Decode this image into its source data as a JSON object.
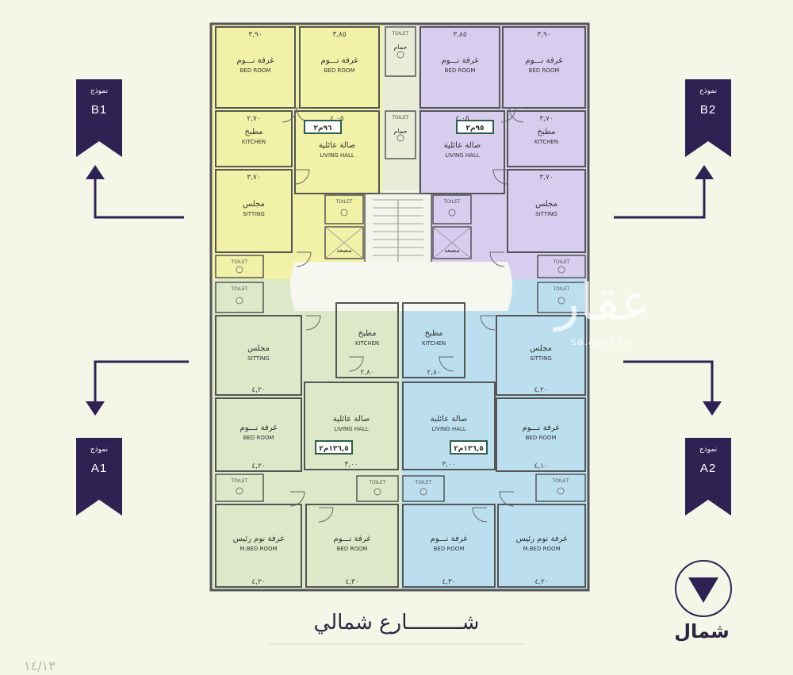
{
  "colors": {
    "background": "#f4f6e8",
    "unit_B1": "#f1f1a8",
    "unit_B2": "#d6cdef",
    "unit_A1": "#dde8c8",
    "unit_A2": "#bcdff0",
    "ribbon": "#2d2252",
    "wall": "#555555"
  },
  "ribbons": [
    {
      "id": "B1",
      "small": "نموذج",
      "code": "B1"
    },
    {
      "id": "B2",
      "small": "نموذج",
      "code": "B2"
    },
    {
      "id": "A1",
      "small": "نموذج",
      "code": "A1"
    },
    {
      "id": "A2",
      "small": "نموذج",
      "code": "A2"
    }
  ],
  "street_label": "شـــــــــارع شمالي",
  "north_label": "شمال",
  "page_number": "١٤/١٣",
  "watermark": {
    "main": "عقار",
    "sub": "sa.aqar.fm"
  },
  "rooms": [
    {
      "id": "b1-bed-left",
      "ar": "غرفة نـــوم",
      "en": "BED ROOM",
      "dim": "٣,٩٠"
    },
    {
      "id": "b1-bed-right",
      "ar": "غرفة نـــوم",
      "en": "BED ROOM",
      "dim": "٣,٨٥"
    },
    {
      "id": "b1-kitchen",
      "ar": "مطبخ",
      "en": "KITCHEN",
      "dim": "٢,٧٠"
    },
    {
      "id": "b1-living",
      "ar": "صالة عائلية",
      "en": "LIVING HALL",
      "dim": "٤,٠٥"
    },
    {
      "id": "b1-sitting",
      "ar": "مجلس",
      "en": "SITTING",
      "dim": "٣,٧٠"
    },
    {
      "id": "b2-bed-left",
      "ar": "غرفة نـــوم",
      "en": "BED ROOM",
      "dim": "٣,٨٥"
    },
    {
      "id": "b2-bed-right",
      "ar": "غرفة نـــوم",
      "en": "BED ROOM",
      "dim": "٣,٩٠"
    },
    {
      "id": "b2-kitchen",
      "ar": "مطبخ",
      "en": "KITCHEN",
      "dim": "٣,٧٠"
    },
    {
      "id": "b2-living",
      "ar": "صالة عائلية",
      "en": "LIVING HALL",
      "dim": "٤,٠٥"
    },
    {
      "id": "b2-sitting",
      "ar": "مجلس",
      "en": "SITTING",
      "dim": "٣,٧٠"
    },
    {
      "id": "a1-sitting",
      "ar": "مجلس",
      "en": "SITTING",
      "dim": "٤,٢٠"
    },
    {
      "id": "a1-kitchen",
      "ar": "مطبخ",
      "en": "KITCHEN",
      "dim": "٢,٨٠"
    },
    {
      "id": "a1-living",
      "ar": "صالة عائلية",
      "en": "LIVING HALL",
      "dim": "٣,٠٠"
    },
    {
      "id": "a1-bed",
      "ar": "غرفة نـــوم",
      "en": "BED ROOM",
      "dim": "٤,٢٠"
    },
    {
      "id": "a1-mbed",
      "ar": "غرفة نوم رئيس",
      "en": "M.BED ROOM",
      "dim": "٤,٢٠"
    },
    {
      "id": "a1-bed2",
      "ar": "غرفة نـــوم",
      "en": "BED ROOM",
      "dim": "٤,٣٠"
    },
    {
      "id": "a2-kitchen",
      "ar": "مطبخ",
      "en": "KITCHEN",
      "dim": "٢,٨٠"
    },
    {
      "id": "a2-sitting",
      "ar": "مجلس",
      "en": "SITTING",
      "dim": "٤,٢٠"
    },
    {
      "id": "a2-living",
      "ar": "صالة عائلية",
      "en": "LIVING HALL",
      "dim": "٣,٠٠"
    },
    {
      "id": "a2-bed",
      "ar": "غرفة نـــوم",
      "en": "BED ROOM",
      "dim": "٤,١٠"
    },
    {
      "id": "a2-bed2",
      "ar": "غرفة نـــوم",
      "en": "BED ROOM",
      "dim": "٤,٣٠"
    },
    {
      "id": "a2-mbed",
      "ar": "غرفة نوم رئيس",
      "en": "M.BED ROOM",
      "dim": "٤,٢٠"
    }
  ],
  "areas": [
    {
      "id": "B1",
      "label": "٩٦م٢"
    },
    {
      "id": "B2",
      "label": "٩٥م٢"
    },
    {
      "id": "A1",
      "label": "١٣٦,٥م٢"
    },
    {
      "id": "A2",
      "label": "١٣٦,٥م٢"
    }
  ],
  "core": {
    "elevator": "مصعد",
    "bath": "حمام",
    "toilet": "TOILET"
  }
}
